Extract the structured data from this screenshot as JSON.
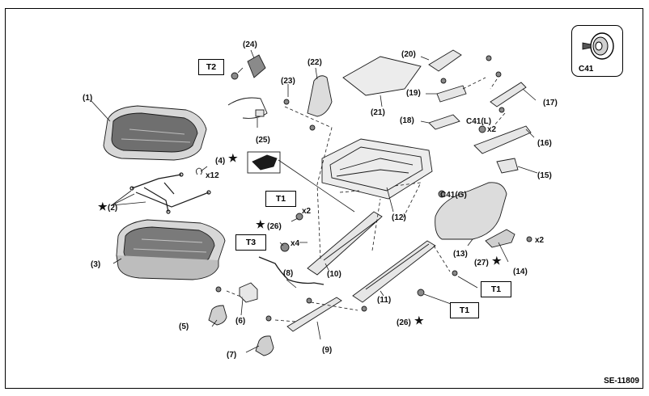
{
  "document_id": "SE-11809",
  "torque_tags": {
    "t2": "T2",
    "t1_upper": "T1",
    "t3": "T3",
    "t1_right_a": "T1",
    "t1_right_b": "T1"
  },
  "clip_legend": {
    "label": "C41"
  },
  "callouts": {
    "p1": "(1)",
    "p2": "(2)",
    "p3": "(3)",
    "p4": "(4)",
    "p5": "(5)",
    "p6": "(6)",
    "p7": "(7)",
    "p8": "(8)",
    "p9": "(9)",
    "p10": "(10)",
    "p11": "(11)",
    "p12": "(12)",
    "p13": "(13)",
    "p14": "(14)",
    "p15": "(15)",
    "p16": "(16)",
    "p17": "(17)",
    "p18": "(18)",
    "p19": "(19)",
    "p20": "(20)",
    "p21": "(21)",
    "p22": "(22)",
    "p23": "(23)",
    "p24": "(24)",
    "p25": "(25)",
    "p26a": "(26)",
    "p26b": "(26)",
    "p27": "(27)"
  },
  "quantities": {
    "q_x12": "x12",
    "q_x2_26": "x2",
    "q_x4": "x4",
    "q_x2_c41l": "x2",
    "q_x2_14": "x2"
  },
  "clip_labels": {
    "c41l": "C41(L)",
    "c41g": "C41(G)"
  },
  "star_glyph": "★",
  "colors": {
    "line": "#1a1a1a",
    "part_fill": "#e6e6e6",
    "dark_fill": "#8a8a8a",
    "cushion_top": "#6f6f6f"
  }
}
